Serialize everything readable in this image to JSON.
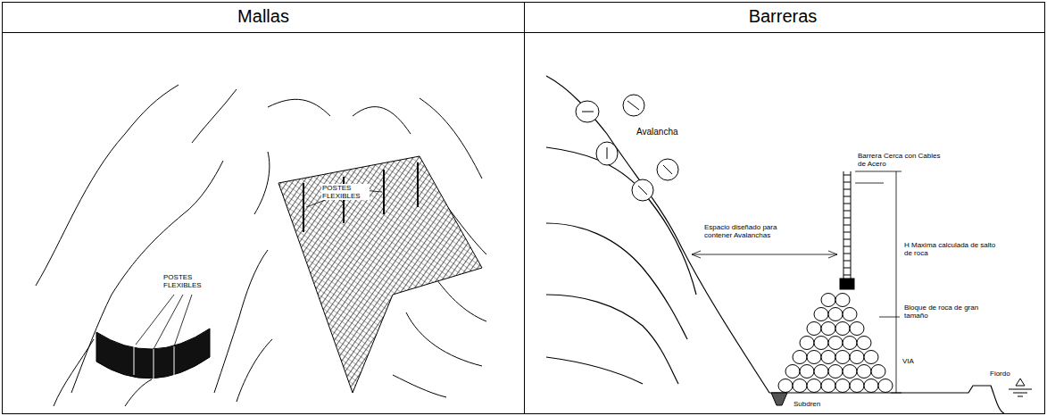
{
  "diagram": {
    "labels": [
      "Mallas",
      "Barreras",
      "POSTES FLEXIBLES",
      "POSTES FLEXIBLES",
      "Avalancha",
      "Barrera Cerca con Cables de Acero",
      "Espacio diseñado para contener Avalanchas",
      "H Maxima calculada de salto de roca",
      "Bloque de roca de gran tamaño",
      "VIA",
      "Fiordo",
      "Subdren"
    ]
  }
}
